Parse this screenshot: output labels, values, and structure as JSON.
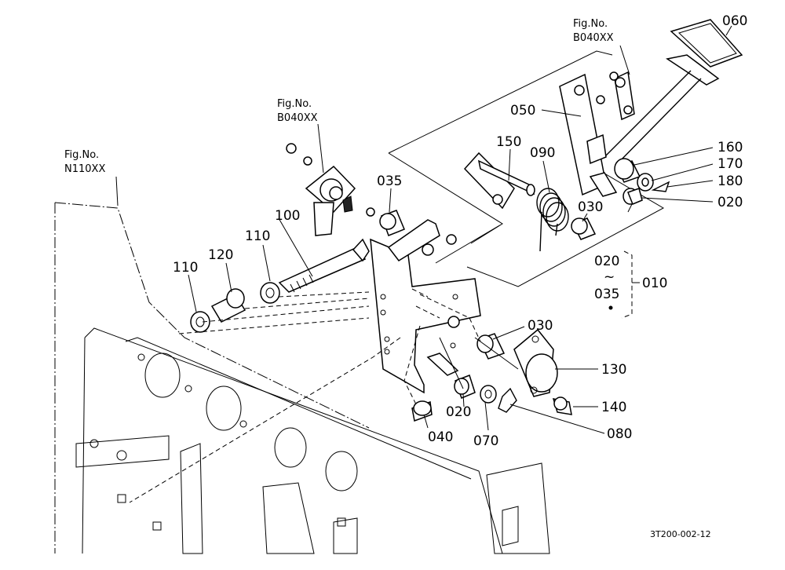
{
  "fig_refs": {
    "left": {
      "line1": "Fig.No.",
      "line2": "N110XX"
    },
    "mid": {
      "line1": "Fig.No.",
      "line2": "B040XX"
    },
    "top": {
      "line1": "Fig.No.",
      "line2": "B040XX"
    }
  },
  "parts": {
    "p060": "060",
    "p050": "050",
    "p150": "150",
    "p090": "090",
    "p160": "160",
    "p170": "170",
    "p180": "180",
    "p020a": "020",
    "p035": "035",
    "p030a": "030",
    "p100": "100",
    "p110a": "110",
    "p110b": "110",
    "p120": "120",
    "p030b": "030",
    "p130": "130",
    "p140": "140",
    "p020b": "020",
    "p070": "070",
    "p080": "080",
    "p040": "040"
  },
  "range_group": {
    "from": "020",
    "tilde": "~",
    "to": "035",
    "assembly": "010"
  },
  "diagram_code": "3T200-002-12"
}
